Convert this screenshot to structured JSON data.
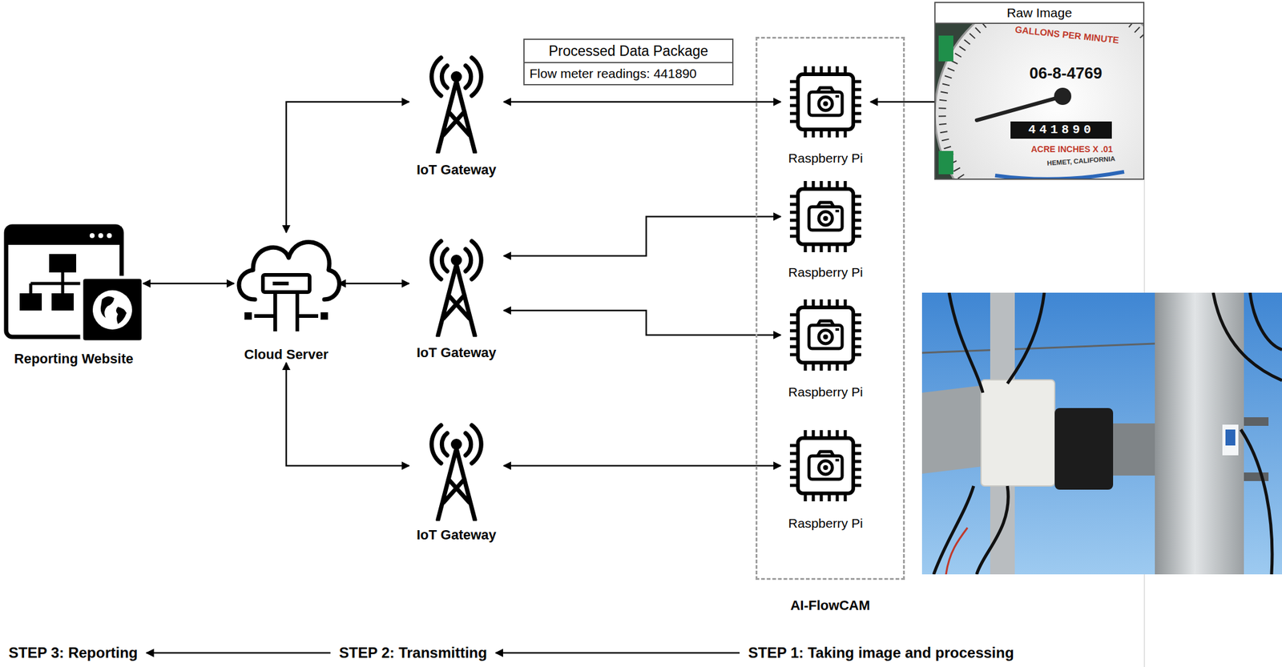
{
  "diagram": {
    "nodes": [
      {
        "text": [
          "Reporting Website"
        ]
      },
      {
        "text": [
          "Cloud Server"
        ]
      },
      {
        "text": [
          "IoT Gateway"
        ]
      },
      {
        "text": [
          "IoT Gateway"
        ]
      },
      {
        "text": [
          "IoT Gateway"
        ]
      },
      {
        "text": [
          "Processed Data Package",
          "Flow meter readings: 441890"
        ]
      },
      {
        "text": [
          "AI-FlowCAM"
        ]
      },
      {
        "text": [
          "Raspberry Pi"
        ],
        "in": 6
      },
      {
        "text": [
          "Raspberry Pi"
        ],
        "in": 6
      },
      {
        "text": [
          "Raspberry Pi"
        ],
        "in": 6
      },
      {
        "text": [
          "Raspberry Pi"
        ],
        "in": 6
      },
      {
        "text": [
          "Raw Image"
        ]
      },
      {
        "text": [
          "STEP 3: Reporting"
        ]
      },
      {
        "text": [
          "STEP 2: Transmitting"
        ]
      },
      {
        "text": [
          "STEP 1: Taking image and processing"
        ]
      }
    ],
    "edges": [
      {
        "from": 0,
        "to": 1,
        "arrow": "both"
      },
      {
        "from": 1,
        "to": 3,
        "arrow": "both"
      },
      {
        "from": 1,
        "to": 2,
        "arrow": "both"
      },
      {
        "from": 1,
        "to": 4,
        "arrow": "both"
      },
      {
        "from": 2,
        "to": 7,
        "arrow": "both"
      },
      {
        "from": 3,
        "to": 8,
        "arrow": "both"
      },
      {
        "from": 3,
        "to": 9,
        "arrow": "both"
      },
      {
        "from": 4,
        "to": 10,
        "arrow": "both"
      },
      {
        "from": 11,
        "to": 7,
        "arrow": "to"
      },
      {
        "from": 14,
        "to": 13,
        "arrow": "to"
      },
      {
        "from": 13,
        "to": 12,
        "arrow": "to"
      }
    ],
    "labels": [
      "GALLONS PER MINUTE",
      "06-8-4769",
      "441890",
      "ACRE INCHES X .01",
      "HEMET, CALIFORNIA"
    ]
  }
}
